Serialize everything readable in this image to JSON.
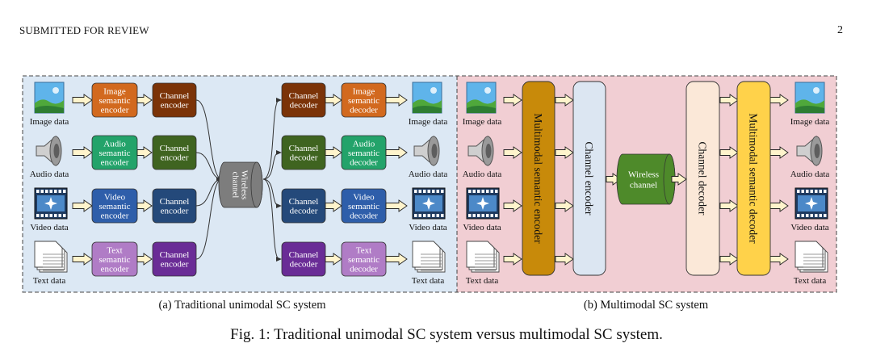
{
  "header": {
    "left": "SUBMITTED FOR REVIEW",
    "page_number": "2"
  },
  "modalities": [
    {
      "key": "image",
      "data_label": "Image data",
      "sem_enc": [
        "Image",
        "semantic",
        "encoder"
      ],
      "sem_dec": [
        "Image",
        "semantic",
        "decoder"
      ],
      "color": "#D2691E"
    },
    {
      "key": "audio",
      "data_label": "Audio data",
      "sem_enc": [
        "Audio",
        "semantic",
        "encoder"
      ],
      "sem_dec": [
        "Audio",
        "semantic",
        "decoder"
      ],
      "color": "#23A36A"
    },
    {
      "key": "video",
      "data_label": "Video data",
      "sem_enc": [
        "Video",
        "semantic",
        "encoder"
      ],
      "sem_dec": [
        "Video",
        "semantic",
        "decoder"
      ],
      "color": "#2E5EAA"
    },
    {
      "key": "text",
      "data_label": "Text data",
      "sem_enc": [
        "Text",
        "semantic",
        "encoder"
      ],
      "sem_dec": [
        "Text",
        "semantic",
        "decoder"
      ],
      "color": "#B07CC6"
    }
  ],
  "channel_enc": {
    "lines": [
      "Channel",
      "encoder"
    ],
    "colors": [
      "#7B3308",
      "#3F6420",
      "#24497A",
      "#6A2C96"
    ]
  },
  "channel_dec": {
    "lines": [
      "Channel",
      "decoder"
    ],
    "colors": [
      "#7B3308",
      "#3F6420",
      "#24497A",
      "#6A2C96"
    ]
  },
  "left_channel": {
    "lines": [
      "Wireless",
      "channel"
    ],
    "color": "#7D7D7D"
  },
  "right_channel": {
    "lines": [
      "Wireless",
      "channel"
    ],
    "color": "#4E8A2A"
  },
  "mm": {
    "sem_encoder": "Multimodal semantic encoder",
    "ch_encoder": "Channel encoder",
    "ch_decoder": "Channel decoder",
    "sem_decoder": "Multimodal semantic decoder",
    "colors": {
      "sem_encoder": "#C88A0A",
      "ch_encoder": "#DCE6F2",
      "ch_decoder": "#FBE8D8",
      "sem_decoder": "#FFD24A"
    }
  },
  "panel_colors": {
    "left": "#DCE8F4",
    "right": "#F1CED3",
    "arrow_fill": "#FFF4CC"
  },
  "subcaptions": {
    "a": "(a) Traditional unimodal SC system",
    "b": "(b) Multimodal SC system"
  },
  "caption": "Fig. 1: Traditional unimodal SC system versus multimodal SC system."
}
